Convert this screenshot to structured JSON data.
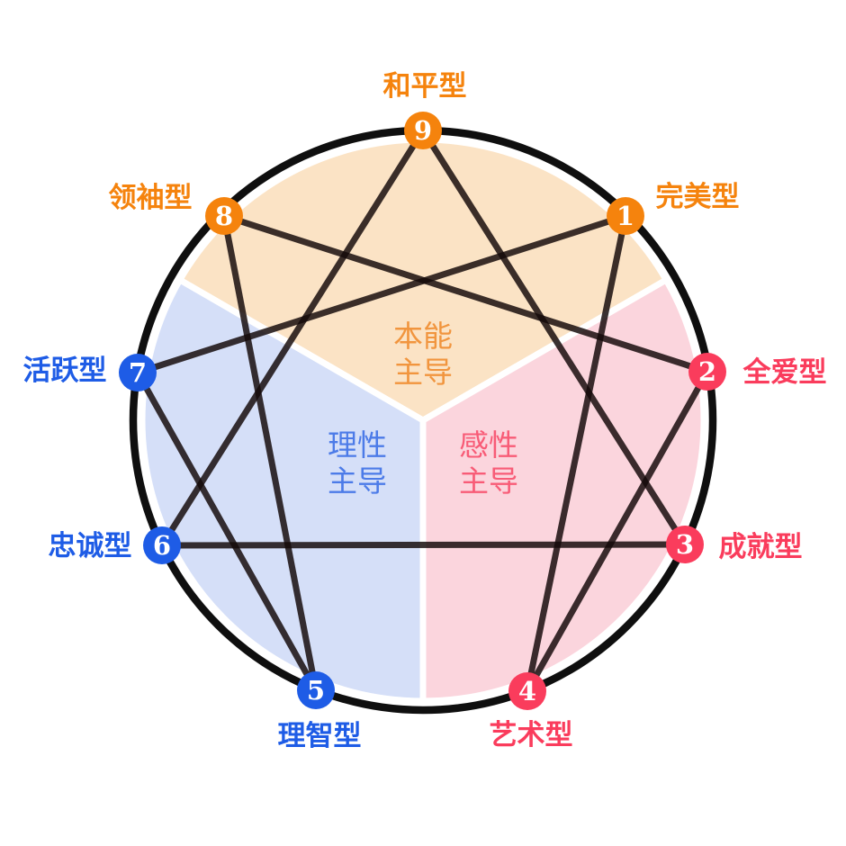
{
  "diagram": {
    "type": "enneagram",
    "sectors": {
      "instinct": {
        "line1": "本能",
        "line2": "主导",
        "fill": "#FBE3C5",
        "text_color": "#F1953E"
      },
      "rational": {
        "line1": "理性",
        "line2": "主导",
        "fill": "#D5DFF8",
        "text_color": "#4C7BE8"
      },
      "emotion": {
        "line1": "感性",
        "line2": "主导",
        "fill": "#FBD5DD",
        "text_color": "#F85C77"
      }
    },
    "nodes": [
      {
        "number": "9",
        "label": "和平型",
        "group": "instinct",
        "color": "#F5830D"
      },
      {
        "number": "1",
        "label": "完美型",
        "group": "instinct",
        "color": "#F5830D"
      },
      {
        "number": "2",
        "label": "全爱型",
        "group": "emotion",
        "color": "#FA3C5C"
      },
      {
        "number": "3",
        "label": "成就型",
        "group": "emotion",
        "color": "#FA3C5C"
      },
      {
        "number": "4",
        "label": "艺术型",
        "group": "emotion",
        "color": "#FA3C5C"
      },
      {
        "number": "5",
        "label": "理智型",
        "group": "rational",
        "color": "#1E5CE6"
      },
      {
        "number": "6",
        "label": "忠诚型",
        "group": "rational",
        "color": "#1E5CE6"
      },
      {
        "number": "7",
        "label": "活跃型",
        "group": "rational",
        "color": "#1E5CE6"
      },
      {
        "number": "8",
        "label": "领袖型",
        "group": "instinct",
        "color": "#F5830D"
      }
    ],
    "connections": [
      [
        "9",
        "3"
      ],
      [
        "9",
        "6"
      ],
      [
        "3",
        "6"
      ],
      [
        "1",
        "4"
      ],
      [
        "4",
        "2"
      ],
      [
        "2",
        "8"
      ],
      [
        "8",
        "5"
      ],
      [
        "5",
        "7"
      ],
      [
        "7",
        "1"
      ]
    ],
    "colors": {
      "background": "#FFFFFF",
      "ring": "#0F0F0F",
      "line": "#140A0A",
      "sector_gap": "#FFFFFF"
    }
  }
}
